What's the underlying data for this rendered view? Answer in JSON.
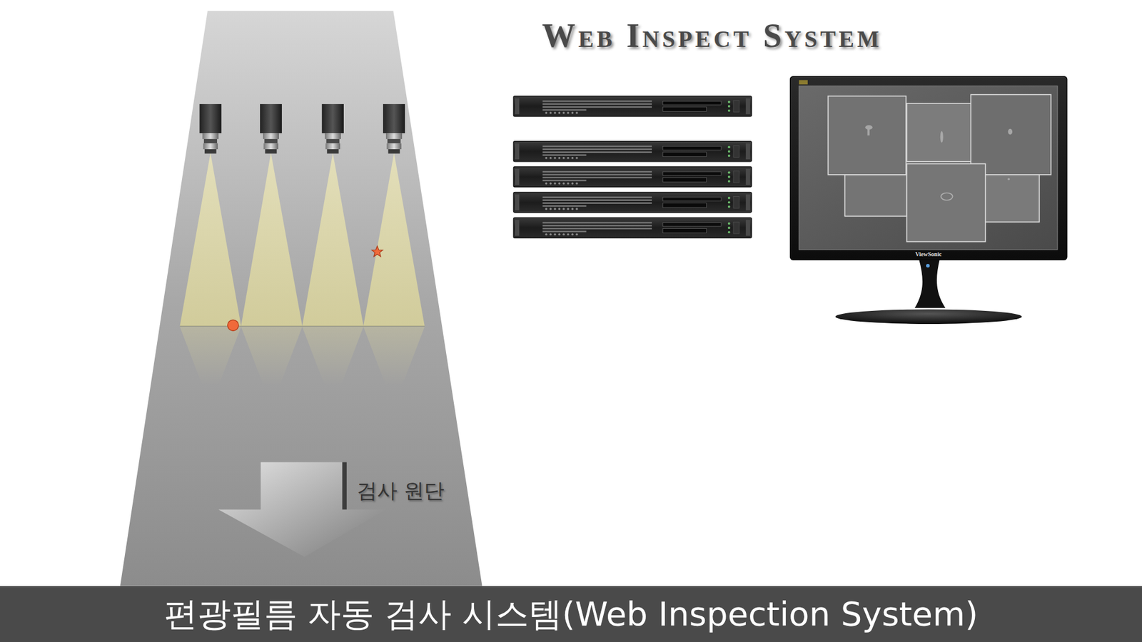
{
  "diagram": {
    "title": "Web Inspect System",
    "caption": "편광필름 자동 검사 시스템(Web Inspection System)",
    "labels": [
      "검사 원단",
      "ViewSonic"
    ]
  }
}
